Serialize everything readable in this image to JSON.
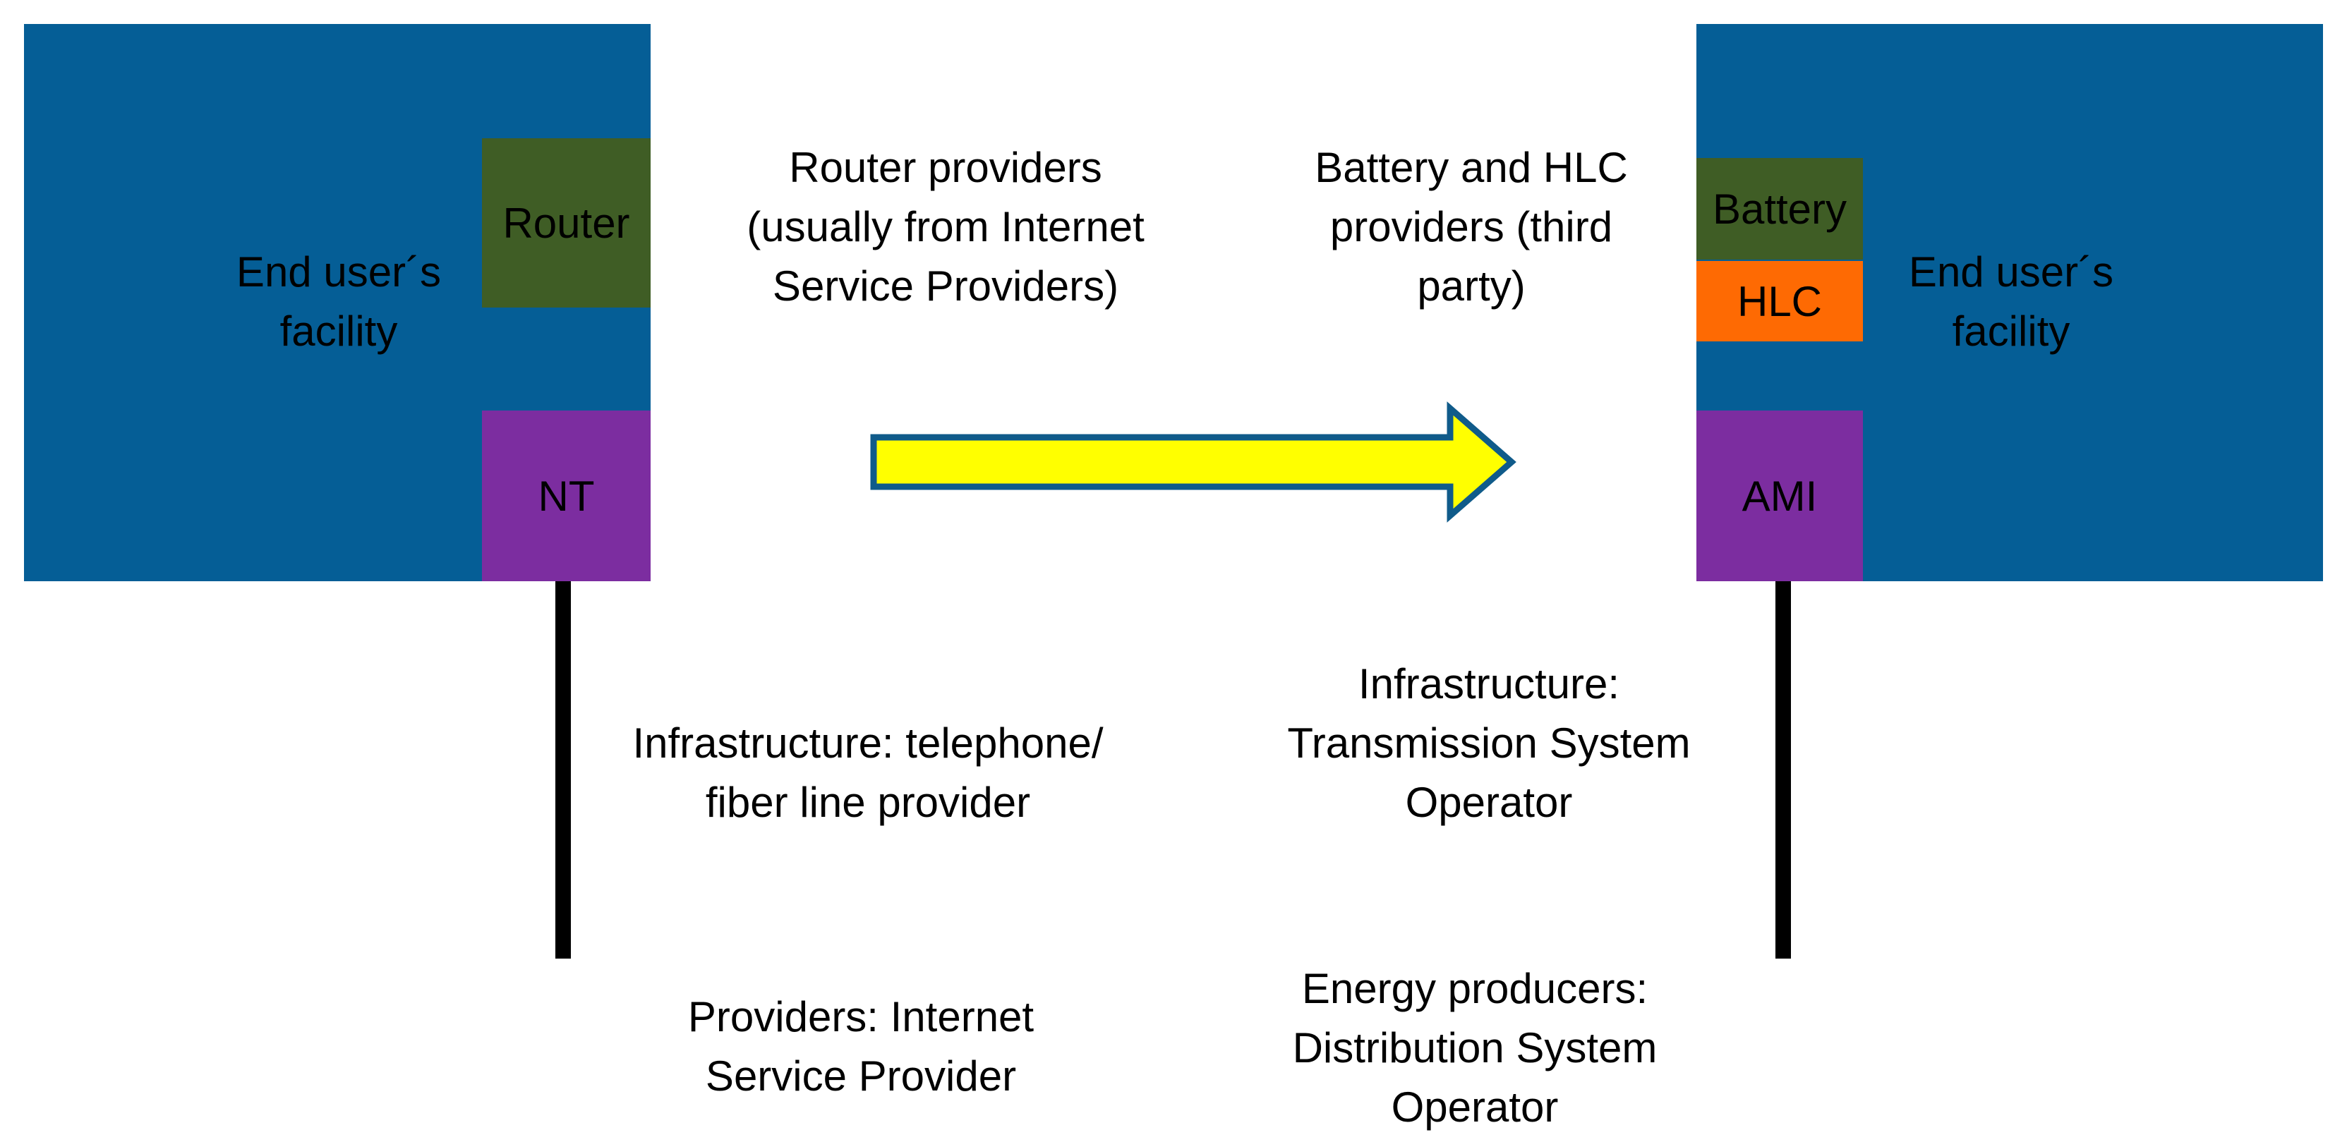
{
  "left_side": {
    "facility_label": "End user´s\nfacility",
    "router_label": "Router",
    "nt_label": "NT",
    "providers_top": "Router providers\n(usually from Internet\nService Providers)",
    "infrastructure": "Infrastructure: telephone/\nfiber line provider",
    "providers_bottom": "Providers: Internet\nService Provider"
  },
  "right_side": {
    "facility_label": "End user´s\nfacility",
    "battery_label": "Battery",
    "hlc_label": "HLC",
    "ami_label": "AMI",
    "providers_top": "Battery and HLC\nproviders (third\nparty)",
    "infrastructure": "Infrastructure:\nTransmission System\nOperator",
    "providers_bottom": "Energy producers:\nDistribution System\nOperator"
  },
  "colors": {
    "facility": "#055e96",
    "router_battery": "#3f5d25",
    "nt_ami": "#7c2da0",
    "hlc": "#fe6a03",
    "arrow_fill": "#ffff00",
    "arrow_stroke": "#105b8a"
  }
}
